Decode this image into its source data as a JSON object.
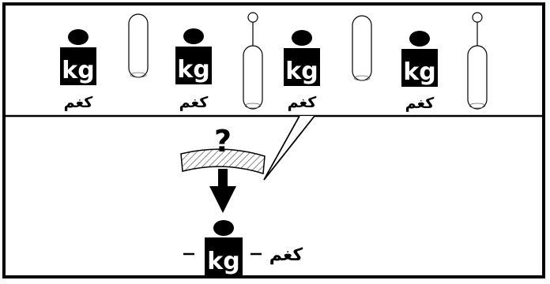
{
  "panel_top": {
    "weights": [
      {
        "unit_label": "kg",
        "caption": "كغم"
      },
      {
        "unit_label": "kg",
        "caption": "كغم"
      },
      {
        "unit_label": "kg",
        "caption": "كغم"
      },
      {
        "unit_label": "kg",
        "caption": "كغم"
      }
    ]
  },
  "panel_bottom": {
    "question_mark": "?",
    "result": {
      "unit_label": "kg",
      "caption": "كغم"
    }
  },
  "colors": {
    "ink": "#000000",
    "paper": "#ffffff",
    "hatch": "#777777"
  }
}
